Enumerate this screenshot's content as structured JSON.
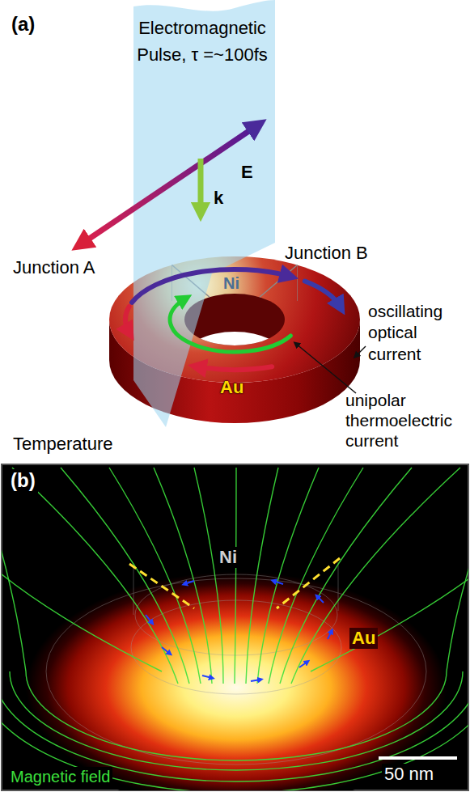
{
  "diagram": {
    "labels": [
      "(a)",
      "Electromagnetic Pulse, τ =~100fs",
      "E",
      "k",
      "Junction A",
      "Junction B",
      "Ni",
      "Au",
      "oscillating optical current",
      "unipolar thermoelectric current",
      "Temperature",
      "(b)",
      "Ni",
      "Au",
      "50 nm",
      "Magnetic field"
    ]
  }
}
